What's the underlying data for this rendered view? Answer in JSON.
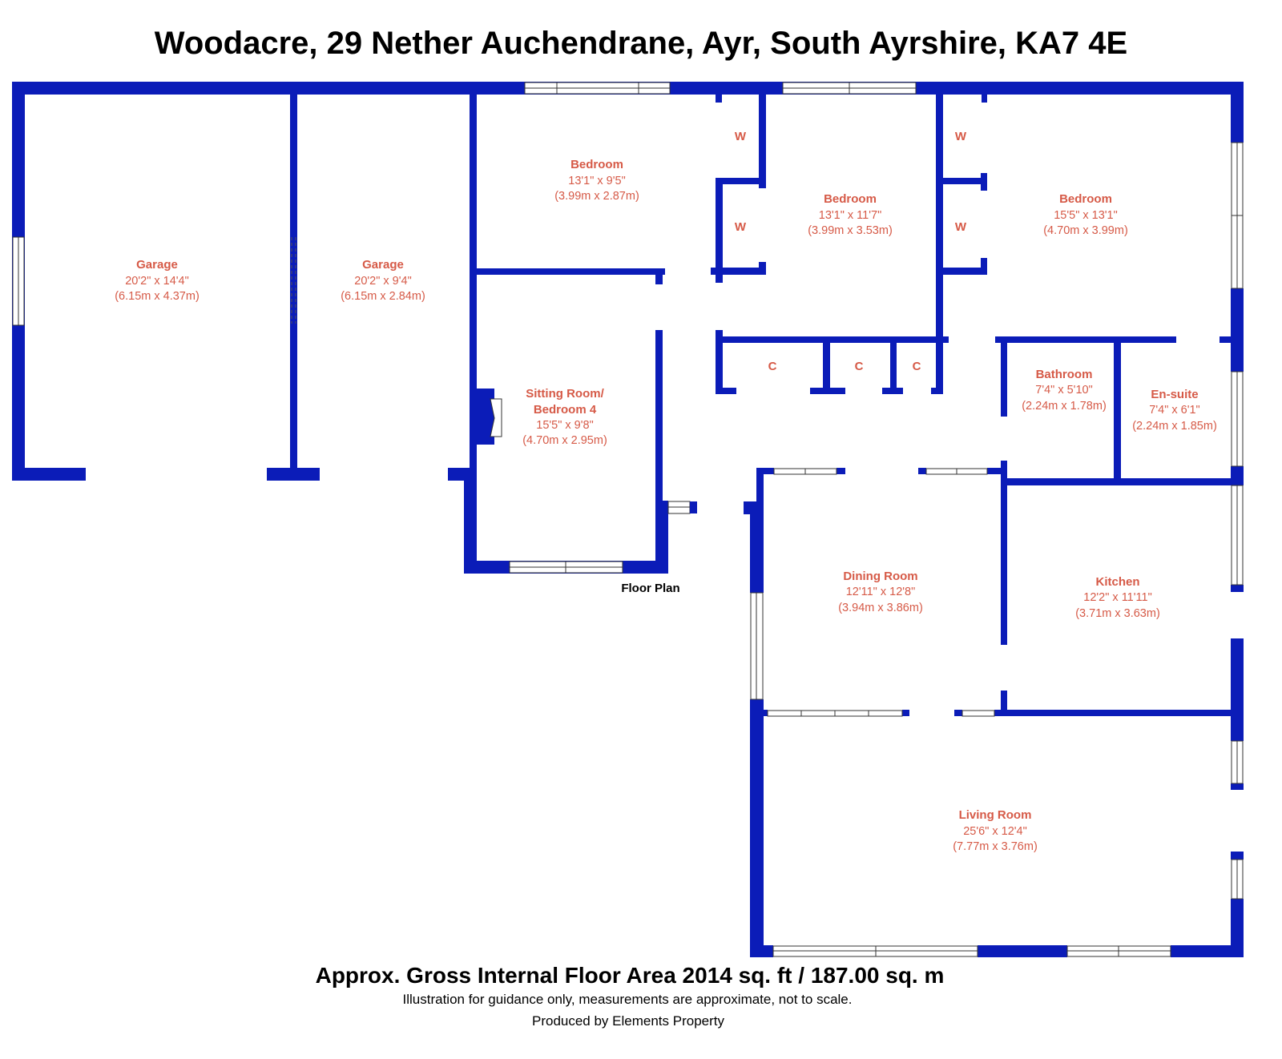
{
  "title": "Woodacre, 29 Nether Auchendrane, Ayr, South Ayrshire, KA7 4E",
  "floor_label": "Floor Plan",
  "colors": {
    "wall": "#0b1cb8",
    "label": "#d65a47"
  },
  "rooms": [
    {
      "id": "garage-1",
      "name": "Garage",
      "imperial": "20'2\" x 14'4\"",
      "metric": "(6.15m x 4.37m)"
    },
    {
      "id": "garage-2",
      "name": "Garage",
      "imperial": "20'2\" x 9'4\"",
      "metric": "(6.15m x 2.84m)"
    },
    {
      "id": "bedroom-1",
      "name": "Bedroom",
      "imperial": "13'1\" x 9'5\"",
      "metric": "(3.99m x 2.87m)"
    },
    {
      "id": "bedroom-2",
      "name": "Bedroom",
      "imperial": "13'1\" x 11'7\"",
      "metric": "(3.99m x 3.53m)"
    },
    {
      "id": "bedroom-3",
      "name": "Bedroom",
      "imperial": "15'5\" x 13'1\"",
      "metric": "(4.70m x 3.99m)"
    },
    {
      "id": "sitting-room",
      "name_line1": "Sitting Room/",
      "name_line2": "Bedroom 4",
      "imperial": "15'5\" x 9'8\"",
      "metric": "(4.70m x 2.95m)"
    },
    {
      "id": "bathroom",
      "name": "Bathroom",
      "imperial": "7'4\" x 5'10\"",
      "metric": "(2.24m x 1.78m)"
    },
    {
      "id": "en-suite",
      "name": "En-suite",
      "imperial": "7'4\" x 6'1\"",
      "metric": "(2.24m x 1.85m)"
    },
    {
      "id": "dining-room",
      "name": "Dining Room",
      "imperial": "12'11\" x 12'8\"",
      "metric": "(3.94m x 3.86m)"
    },
    {
      "id": "kitchen",
      "name": "Kitchen",
      "imperial": "12'2\" x 11'11\"",
      "metric": "(3.71m x 3.63m)"
    },
    {
      "id": "living-room",
      "name": "Living Room",
      "imperial": "25'6\" x 12'4\"",
      "metric": "(7.77m x 3.76m)"
    }
  ],
  "fixtures": {
    "wardrobe": "W",
    "cupboard": "C"
  },
  "footer": {
    "area": "Approx. Gross Internal Floor Area 2014 sq. ft / 187.00 sq. m",
    "disclaimer": "Illustration for guidance only, measurements are approximate, not to scale.",
    "credit": "Produced by Elements Property"
  }
}
